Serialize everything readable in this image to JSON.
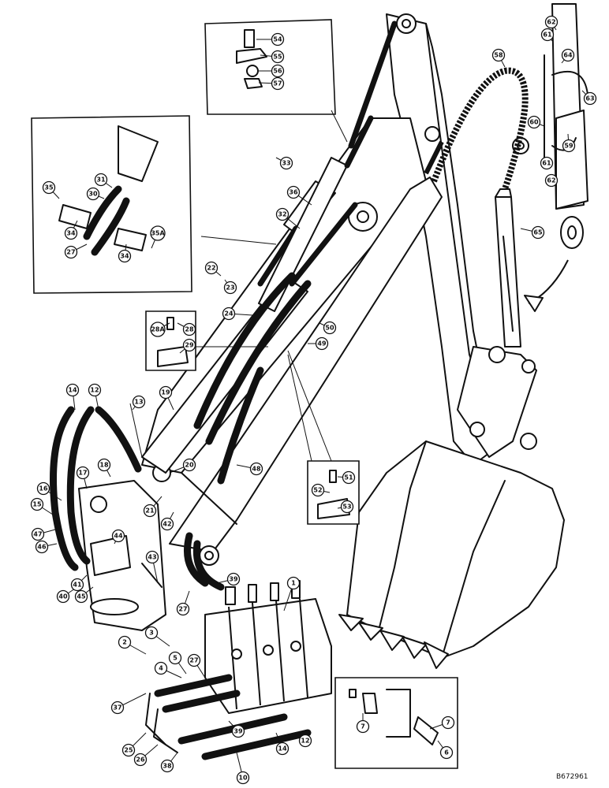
{
  "diagram": {
    "reference_code": "B672961",
    "callouts": {
      "c1": "1",
      "c2": "2",
      "c3": "3",
      "c4": "4",
      "c5": "5",
      "c6": "6",
      "c7a": "7",
      "c7b": "7",
      "c10": "10",
      "c12a": "12",
      "c12b": "12",
      "c13": "13",
      "c14a": "14",
      "c14b": "14",
      "c15": "15",
      "c16": "16",
      "c17": "17",
      "c18": "18",
      "c19": "19",
      "c20": "20",
      "c21": "21",
      "c22": "22",
      "c23": "23",
      "c24": "24",
      "c25": "25",
      "c26": "26",
      "c27a": "27",
      "c27b": "27",
      "c27c": "27",
      "c28": "28",
      "c28a": "28A",
      "c29": "29",
      "c30": "30",
      "c31": "31",
      "c32": "32",
      "c33": "33",
      "c34a": "34",
      "c34b": "34",
      "c35": "35",
      "c35a": "35A",
      "c36": "36",
      "c37": "37",
      "c38": "38",
      "c39a": "39",
      "c39b": "39",
      "c40": "40",
      "c41": "41",
      "c42": "42",
      "c43": "43",
      "c44": "44",
      "c45": "45",
      "c46": "46",
      "c47": "47",
      "c48": "48",
      "c49": "49",
      "c50": "50",
      "c51": "51",
      "c52": "52",
      "c53": "53",
      "c54": "54",
      "c55": "55",
      "c56": "56",
      "c57": "57",
      "c58": "58",
      "c59": "59",
      "c60": "60",
      "c61a": "61",
      "c61b": "61",
      "c62a": "62",
      "c62b": "62",
      "c63": "63",
      "c64": "64",
      "c65": "65"
    }
  }
}
